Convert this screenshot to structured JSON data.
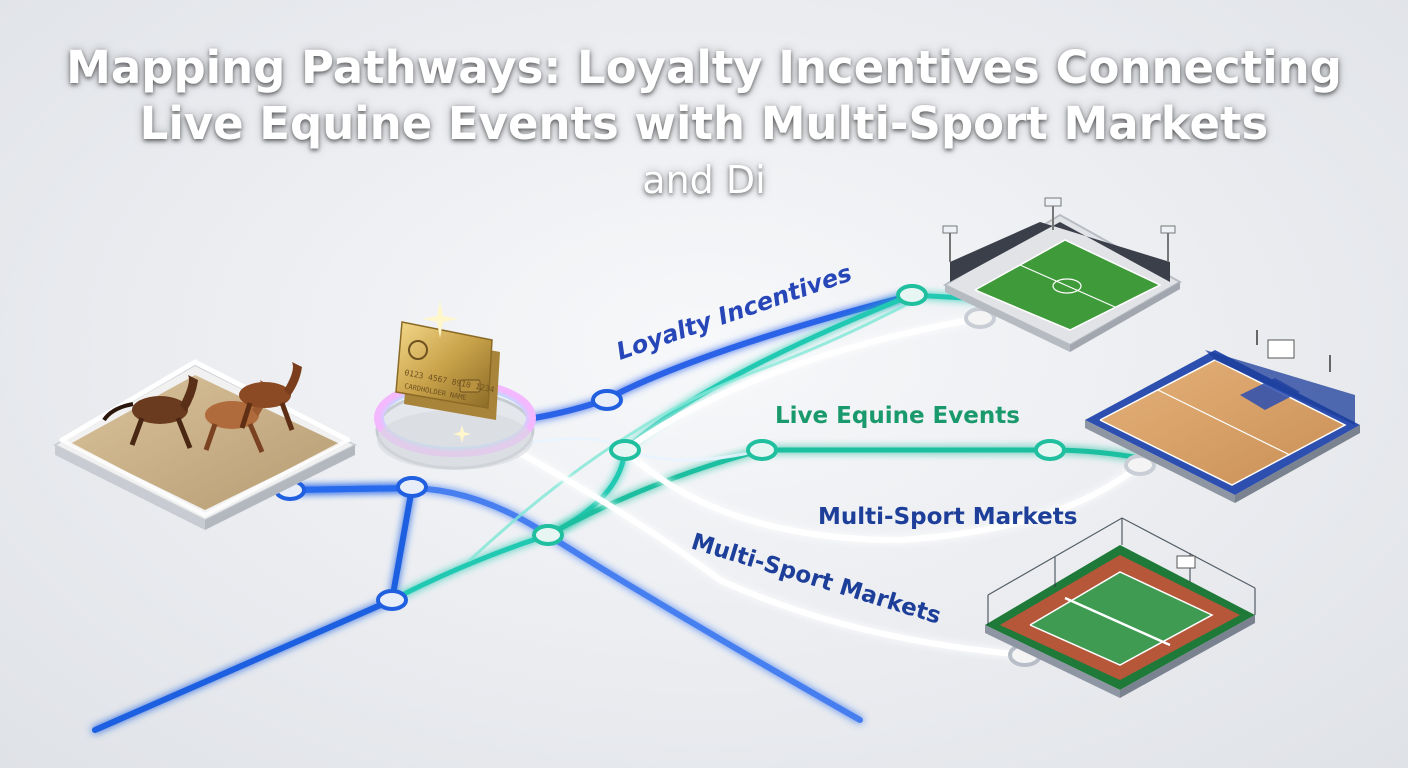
{
  "title": {
    "line1": "Mapping Pathways: Loyalty Incentives Connecting",
    "line2": "Live Equine Events with Multi-Sport Markets",
    "line3": "and Di"
  },
  "labels": {
    "loyalty": "Loyalty Incentives",
    "equine": "Live Equine Events",
    "multisport_1": "Multi-Sport Markets",
    "multisport_2": "Multi-Sport Markets"
  },
  "card_text": {
    "line1": "0123  4567  8910  1234",
    "line2": "CARDHOLDER  NAME"
  },
  "colors": {
    "blue_path": "#1f5fe0",
    "teal_path": "#1fc7b0",
    "white_path": "#ffffff",
    "loyalty_label": "#2747b8",
    "equine_label": "#1a9a6c",
    "multisport_label": "#1d3f9a",
    "card_gold": "#c9a24a"
  },
  "icons": [
    "horse-arena-icon",
    "gold-card-icon",
    "football-stadium-icon",
    "basketball-court-icon",
    "tennis-court-icon"
  ]
}
